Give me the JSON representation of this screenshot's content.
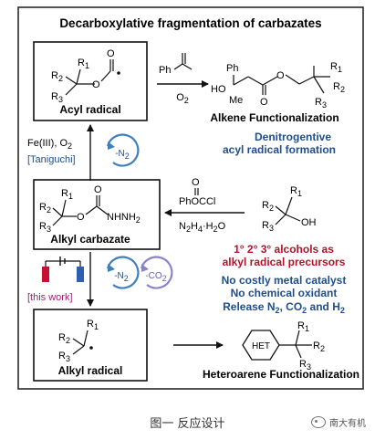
{
  "title": "Decarboxylative fragmentation of carbazates",
  "boxes": {
    "acyl": {
      "label": "Acyl radical"
    },
    "carbazate": {
      "label": "Alkyl carbazate",
      "group": "NHNH",
      "sub2": "2"
    },
    "alkyl": {
      "label": "Alkyl radical"
    }
  },
  "atoms": {
    "R1": "R",
    "R2": "R",
    "R3": "R",
    "s1": "1",
    "s2": "2",
    "s3": "3",
    "O": "O",
    "Ph": "Ph",
    "HO": "HO",
    "Me": "Me",
    "OH": "OH",
    "HET": "HET"
  },
  "arrow_labels": {
    "o2": "O",
    "o2_sub": "2",
    "fe": "Fe(III), O",
    "fe_sub": "2",
    "taniguchi": "[Taniguchi]",
    "this_work": "[this work]",
    "phoccl_top": "O",
    "phoccl": "PhOCCl",
    "hydrazine": "N",
    "hydrazine_parts": [
      "2",
      "H",
      "4",
      "·H",
      "2",
      "O"
    ],
    "minus_n2_a": "-N",
    "minus_n2_b": "-N",
    "minus_co2": "-CO"
  },
  "headings": {
    "alkene": "Alkene Functionalization",
    "denitrogentive_1": "Denitrogentive",
    "denitrogentive_2": "acyl radical formation",
    "alcohols_1": "1° 2° 3° alcohols as",
    "alcohols_2": "alkyl radical precursors",
    "no_catalyst": "No costly metal catalyst",
    "no_oxidant": "No chemical oxidant",
    "release": "Release N",
    "release_mid": ", CO",
    "release_and": " and H",
    "hetero": "Heteroarene Functionalization"
  },
  "caption": "图一 反应设计",
  "watermark": "南大有机",
  "colors": {
    "frame": "#2a2a2a",
    "blue_text": "#1f4e8c",
    "red_text": "#b3122a",
    "magenta_text": "#a0236e",
    "cycle_blue": "#3f7fc0",
    "cycle_purple": "#8c82c8",
    "battery_red": "#c41230",
    "battery_blue": "#2f5fb0"
  }
}
